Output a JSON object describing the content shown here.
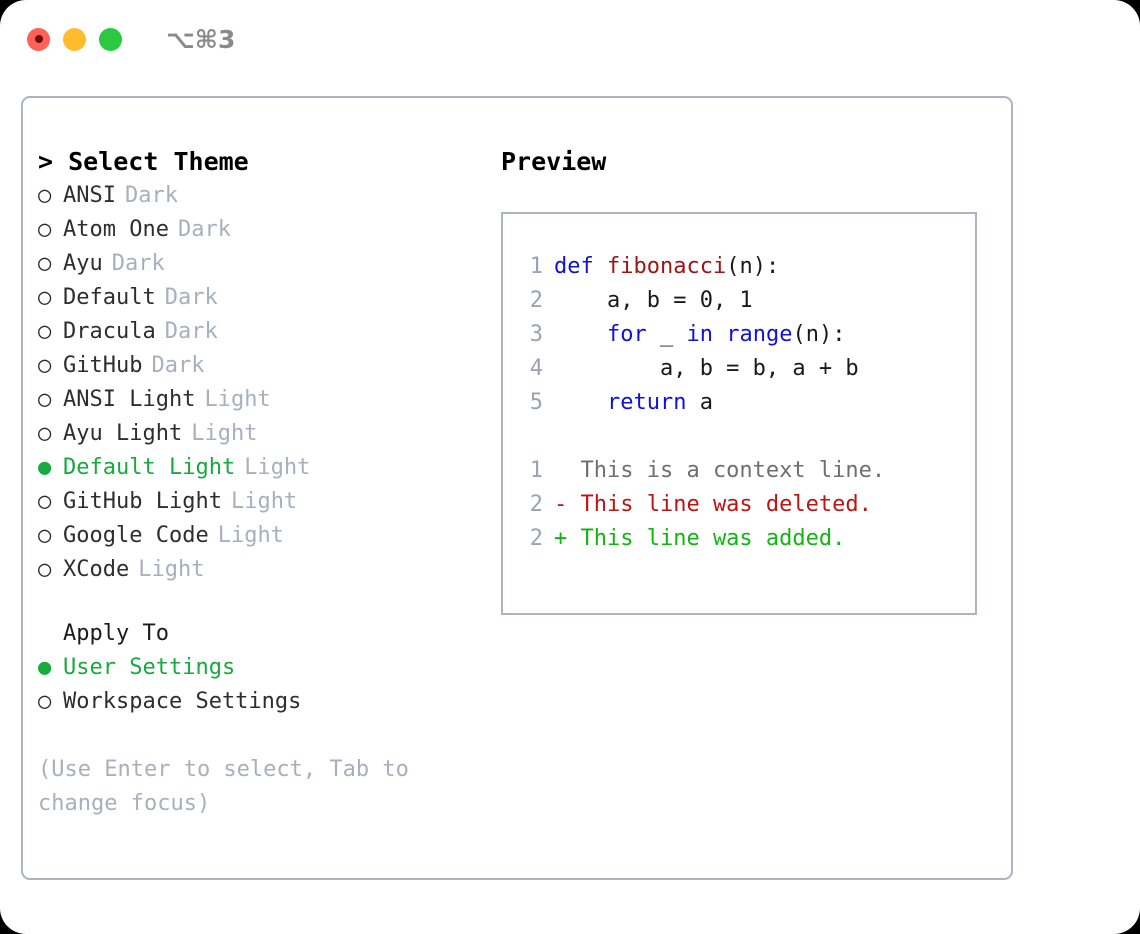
{
  "titlebar": {
    "shortcut": "⌥⌘3",
    "lights": [
      {
        "name": "close",
        "color": "#ff6058"
      },
      {
        "name": "minimize",
        "color": "#ffbd2e"
      },
      {
        "name": "zoom",
        "color": "#2ac940"
      }
    ]
  },
  "left": {
    "heading": "> Select Theme",
    "themes": [
      {
        "bullet": "○",
        "label": "ANSI",
        "meta": "Dark",
        "selected": false
      },
      {
        "bullet": "○",
        "label": "Atom One",
        "meta": "Dark",
        "selected": false
      },
      {
        "bullet": "○",
        "label": "Ayu",
        "meta": "Dark",
        "selected": false
      },
      {
        "bullet": "○",
        "label": "Default",
        "meta": "Dark",
        "selected": false
      },
      {
        "bullet": "○",
        "label": "Dracula",
        "meta": "Dark",
        "selected": false
      },
      {
        "bullet": "○",
        "label": "GitHub",
        "meta": "Dark",
        "selected": false
      },
      {
        "bullet": "○",
        "label": "ANSI Light",
        "meta": "Light",
        "selected": false
      },
      {
        "bullet": "○",
        "label": "Ayu Light",
        "meta": "Light",
        "selected": false
      },
      {
        "bullet": "●",
        "label": "Default Light",
        "meta": "Light",
        "selected": true
      },
      {
        "bullet": "○",
        "label": "GitHub Light",
        "meta": "Light",
        "selected": false
      },
      {
        "bullet": "○",
        "label": "Google Code",
        "meta": "Light",
        "selected": false
      },
      {
        "bullet": "○",
        "label": "XCode",
        "meta": "Light",
        "selected": false
      }
    ],
    "apply_to_label": "Apply To",
    "apply_to": [
      {
        "bullet": "●",
        "label": "User Settings",
        "selected": true
      },
      {
        "bullet": "○",
        "label": "Workspace Settings",
        "selected": false
      }
    ],
    "hint": "(Use Enter to select, Tab to change focus)"
  },
  "right": {
    "heading": "Preview",
    "code_lines": [
      {
        "lineno": "1",
        "tokens": [
          {
            "text": "def ",
            "kind": "kw"
          },
          {
            "text": "fibonacci",
            "kind": "fn"
          },
          {
            "text": "(n):",
            "kind": "pl"
          }
        ]
      },
      {
        "lineno": "2",
        "tokens": [
          {
            "text": "    a, b = 0, 1",
            "kind": "pl"
          }
        ]
      },
      {
        "lineno": "3",
        "tokens": [
          {
            "text": "    ",
            "kind": "pl"
          },
          {
            "text": "for",
            "kind": "kw"
          },
          {
            "text": " _ ",
            "kind": "pl"
          },
          {
            "text": "in",
            "kind": "kw"
          },
          {
            "text": " ",
            "kind": "pl"
          },
          {
            "text": "range",
            "kind": "kw"
          },
          {
            "text": "(n):",
            "kind": "pl"
          }
        ]
      },
      {
        "lineno": "4",
        "tokens": [
          {
            "text": "        a, b = b, a + b",
            "kind": "pl"
          }
        ]
      },
      {
        "lineno": "5",
        "tokens": [
          {
            "text": "    ",
            "kind": "pl"
          },
          {
            "text": "return",
            "kind": "kw"
          },
          {
            "text": " a",
            "kind": "pl"
          }
        ]
      }
    ],
    "diff_lines": [
      {
        "lineno": "1",
        "tokens": [
          {
            "text": "  This is a context line.",
            "kind": "ctx"
          }
        ]
      },
      {
        "lineno": "2",
        "tokens": [
          {
            "text": "- This line was deleted.",
            "kind": "del"
          }
        ]
      },
      {
        "lineno": "2",
        "tokens": [
          {
            "text": "+ This line was added.",
            "kind": "add"
          }
        ]
      }
    ]
  },
  "colors": {
    "accent_green": "#17aa3c",
    "muted": "#a7b0bd",
    "border": "#aab4c2",
    "keyword": "#1111dd",
    "function": "#9e1414",
    "diff_added": "#12b512",
    "diff_deleted": "#c01313",
    "diff_context": "#6f6f6f",
    "background": "#ffffff"
  }
}
